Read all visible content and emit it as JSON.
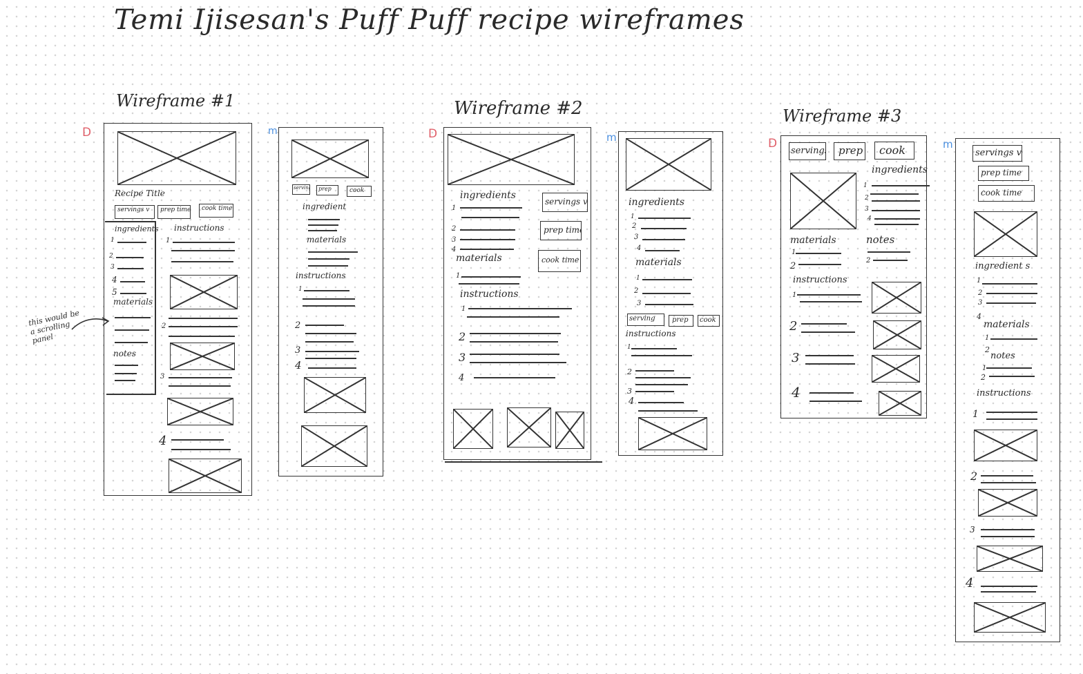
{
  "title": "Temi Ijisesan's Puff Puff recipe wireframes",
  "wireframes": [
    {
      "heading": "Wireframe #1"
    },
    {
      "heading": "Wireframe #2"
    },
    {
      "heading": "Wireframe #3"
    }
  ],
  "markers": {
    "desktop": "D",
    "mobile": "m"
  },
  "colors": {
    "desktop_marker": "#e0606a",
    "mobile_marker": "#4a8fe0",
    "ink": "#2b2b2b"
  },
  "labels": {
    "recipe_title": "Recipe Title",
    "servings": "servings",
    "servings_dd": "servings v",
    "serving": "serving",
    "prep_time": "prep time",
    "prep": "prep",
    "cook_time": "cook time",
    "cook": "cook",
    "ingredients": "ingredients",
    "ingredient": "ingredient",
    "ingredients_m3": "ingredient s",
    "instructions": "instructions",
    "materials": "materials",
    "notes": "notes"
  },
  "annotation": "this would be a scrolling panel"
}
